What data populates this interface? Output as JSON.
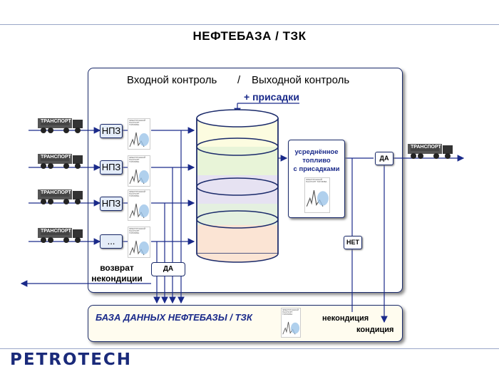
{
  "title": "НЕФТЕБАЗА / ТЗК",
  "control": {
    "input": "Входной контроль",
    "separator": "/",
    "output": "Выходной контроль"
  },
  "additive_label": "+ присадки",
  "truck_label": "ТРАНСПОРТ",
  "refineries": [
    "НПЗ",
    "НПЗ",
    "НПЗ",
    "..."
  ],
  "passport_text": "ЭЛЕКТРОННЫЙ ПАСПОРТ ТОПЛИВА",
  "averaged_fuel": {
    "line1": "усреднённое",
    "line2": "топливо",
    "line3": "с присадками"
  },
  "decision": {
    "yes": "ДА",
    "no": "НЕТ"
  },
  "return_label": {
    "line1": "возврат",
    "line2": "некондиции"
  },
  "return_yes": "ДА",
  "database": {
    "title": "БАЗА ДАННЫХ НЕФТЕБАЗЫ / ТЗК",
    "noncondition": "некондиция",
    "condition": "кондиция"
  },
  "logo": "PETROTECH",
  "colors": {
    "accent": "#1a2a8a",
    "tank_bands": [
      "#fcfce0",
      "#e8f4d8",
      "#e6e2f2",
      "#e4f0e0",
      "#fbe4d4"
    ]
  }
}
